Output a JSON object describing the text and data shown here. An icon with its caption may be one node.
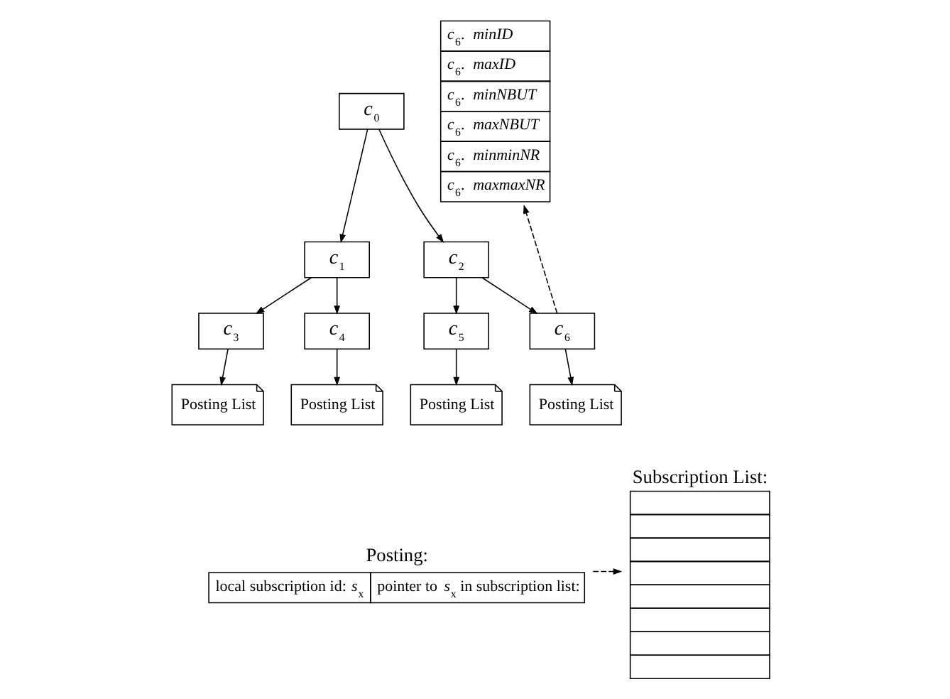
{
  "diagram": {
    "nodes": [
      {
        "text": [
          "*c*$_{0}$"
        ]
      },
      {
        "text": [
          "*c*$_{1}$"
        ]
      },
      {
        "text": [
          "*c*$_{2}$"
        ]
      },
      {
        "text": [
          "*c*$_{3}$"
        ]
      },
      {
        "text": [
          "*c*$_{4}$"
        ]
      },
      {
        "text": [
          "*c*$_{5}$"
        ]
      },
      {
        "text": [
          "*c*$_{6}$"
        ]
      },
      {
        "text": [
          "Posting List"
        ]
      },
      {
        "text": [
          "Posting List"
        ]
      },
      {
        "text": [
          "Posting List"
        ]
      },
      {
        "text": [
          "Posting List"
        ]
      },
      {
        "text": [
          "*c*$_{6}$. *minID*",
          "*c*$_{6}$. *maxID*",
          "*c*$_{6}$. *minNBUT*",
          "*c*$_{6}$. *maxNBUT*",
          "*c*$_{6}$. *minminNR*",
          "*c*$_{6}$. *maxmaxNR*"
        ]
      },
      {
        "text": [
          "Posting:",
          "local subscription id: *s*$_{x}$",
          "pointer to *s*$_{x}$ in subscription list:"
        ]
      },
      {
        "text": [
          "Subscription List:"
        ]
      }
    ],
    "edges": [
      {
        "from": 0,
        "to": 1,
        "arrow": "to"
      },
      {
        "from": 0,
        "to": 2,
        "arrow": "to"
      },
      {
        "from": 1,
        "to": 3,
        "arrow": "to"
      },
      {
        "from": 1,
        "to": 4,
        "arrow": "to"
      },
      {
        "from": 2,
        "to": 5,
        "arrow": "to"
      },
      {
        "from": 2,
        "to": 6,
        "arrow": "to"
      },
      {
        "from": 3,
        "to": 7,
        "arrow": "to"
      },
      {
        "from": 4,
        "to": 8,
        "arrow": "to"
      },
      {
        "from": 5,
        "to": 9,
        "arrow": "to"
      },
      {
        "from": 6,
        "to": 10,
        "arrow": "to"
      },
      {
        "from": 6,
        "to": 11,
        "arrow": "to",
        "style": "dashed"
      },
      {
        "from": 12,
        "to": 13,
        "arrow": "to",
        "style": "dashed"
      }
    ]
  }
}
